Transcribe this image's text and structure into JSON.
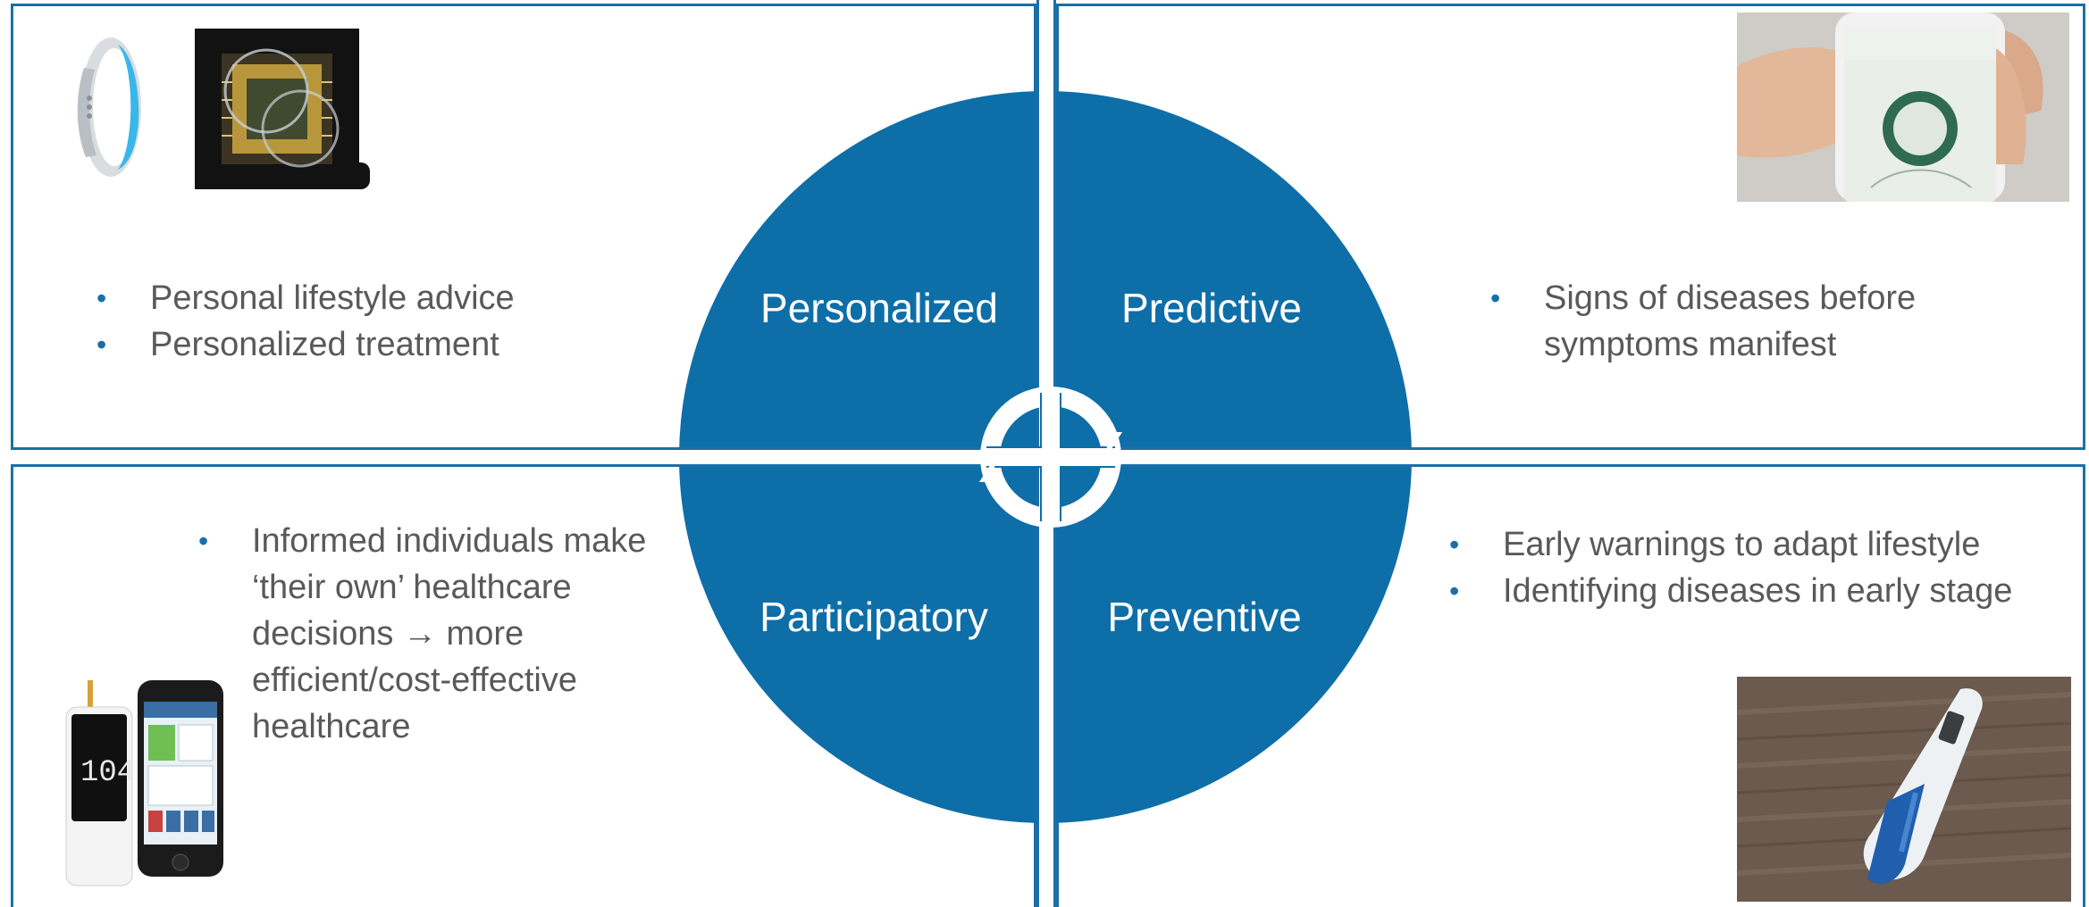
{
  "colors": {
    "accent": "#1a6fa8",
    "circle": "#0e6ea8",
    "text": "#595959",
    "label": "#ffffff"
  },
  "quadrants": {
    "personalized": {
      "label": "Personalized",
      "bullets": [
        "Personal lifestyle advice",
        "Personalized treatment"
      ],
      "images": [
        "wearable-band-image",
        "microchip-image"
      ]
    },
    "predictive": {
      "label": "Predictive",
      "bullets": [
        "Signs of diseases before symptoms manifest"
      ],
      "images": [
        "smartphone-app-image"
      ]
    },
    "participatory": {
      "label": "Participatory",
      "bullets": [
        "Informed individuals make ‘their own’ healthcare decisions → more efficient/cost-effective healthcare"
      ],
      "images": [
        "glucose-meter-phone-image"
      ]
    },
    "preventive": {
      "label": "Preventive",
      "bullets": [
        "Early warnings to adapt lifestyle",
        "Identifying diseases in early stage"
      ],
      "images": [
        "fertility-test-device-image"
      ]
    }
  },
  "center_icon": "cycle-arrows-icon"
}
